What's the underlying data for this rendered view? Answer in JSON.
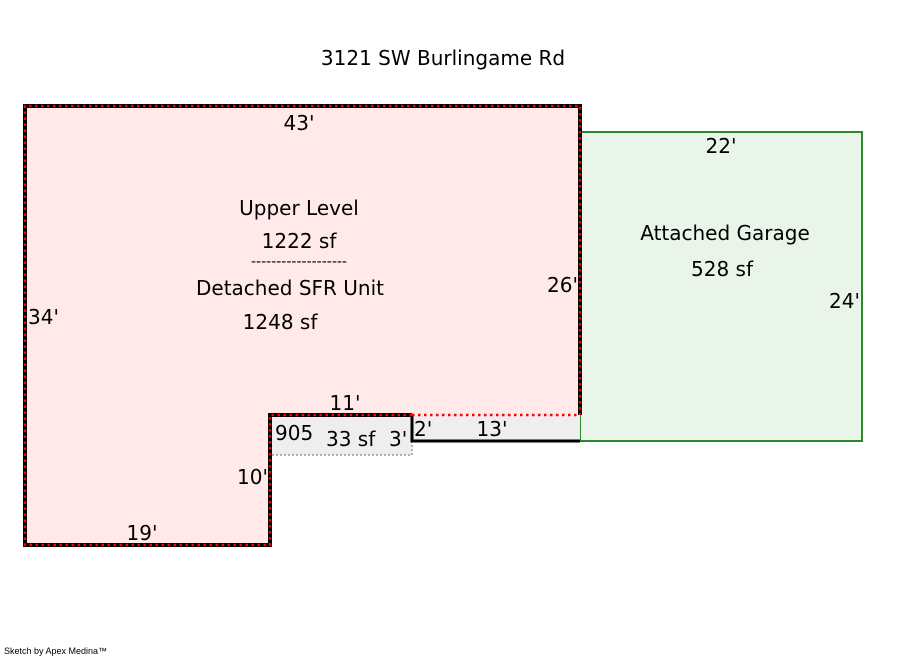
{
  "title": "3121 SW Burlingame Rd",
  "colors": {
    "main_fill": "#ffe9e9",
    "garage_fill": "#eaf5ea",
    "garage_stroke": "#2a8a2a",
    "strip_fill": "#eeeeee",
    "dot_red": "#ff0000"
  },
  "main": {
    "label1": "Upper Level",
    "area1": "1222 sf",
    "divider": "-------------------",
    "label2": "Detached SFR Unit",
    "area2": "1248 sf",
    "dims": {
      "top": "43'",
      "left": "34'",
      "right": "26'",
      "bottom": "19'",
      "notch_side": "10'",
      "notch_top": "11'"
    }
  },
  "garage": {
    "label": "Attached Garage",
    "area": "528 sf",
    "dims": {
      "top": "22'",
      "right": "24'"
    }
  },
  "small_area": {
    "label": "905",
    "area": "33 sf",
    "dim_right": "3'"
  },
  "strip": {
    "dim_left": "2'",
    "dim_len": "13'"
  },
  "credit": "Sketch by Apex Medina™"
}
